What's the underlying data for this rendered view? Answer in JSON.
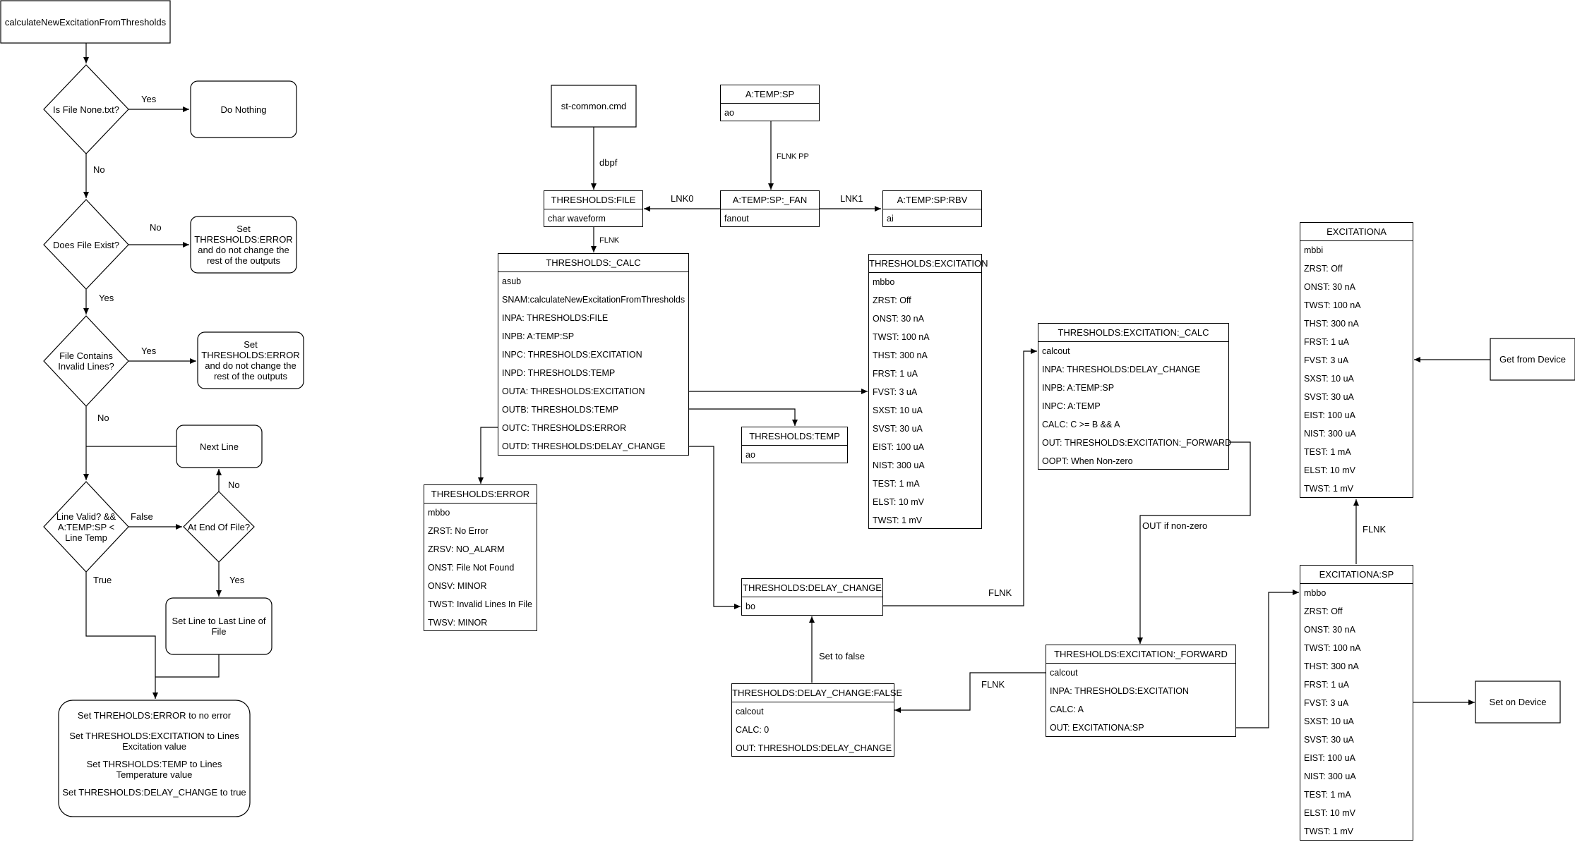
{
  "flowchart": {
    "start": "calculateNewExcitationFromThresholds",
    "q_is_none": "Is File None.txt?",
    "do_nothing": "Do Nothing",
    "q_exists": "Does File Exist?",
    "error1": "Set THRESHOLDS:ERROR and do not change the rest of the outputs",
    "q_invalid": "File Contains Invalid Lines?",
    "error2": "Set THRESHOLDS:ERROR and do not change the rest of the outputs",
    "next_line": "Next Line",
    "q_line_valid": "Line Valid? && A:TEMP:SP < Line Temp",
    "q_end": "At End Of File?",
    "set_last": "Set Line to Last Line of File",
    "final": [
      "Set THREHOLDS:ERROR to no error",
      "Set THRESHOLDS:EXCITATION to Lines Excitation value",
      "Set THRSHOLDS:TEMP to Lines Temperature value",
      "Set THRESHOLDS:DELAY_CHANGE to true"
    ],
    "edge_labels": {
      "yes1": "Yes",
      "no1": "No",
      "no2": "No",
      "yes2": "Yes",
      "yes3": "Yes",
      "no3": "No",
      "false": "False",
      "true": "True",
      "no4": "No",
      "yes4": "Yes"
    }
  },
  "records": {
    "st_common": "st-common.cmd",
    "temp_sp": {
      "title": "A:TEMP:SP",
      "rows": [
        "ao"
      ]
    },
    "file": {
      "title": "THRESHOLDS:FILE",
      "rows": [
        "char waveform"
      ]
    },
    "fan": {
      "title": "A:TEMP:SP:_FAN",
      "rows": [
        "fanout"
      ]
    },
    "rbv": {
      "title": "A:TEMP:SP:RBV",
      "rows": [
        "ai"
      ]
    },
    "calc": {
      "title": "THRESHOLDS:_CALC",
      "rows": [
        "asub",
        "SNAM:calculateNewExcitationFromThresholds",
        "INPA: THRESHOLDS:FILE",
        "INPB: A:TEMP:SP",
        "INPC: THRESHOLDS:EXCITATION",
        "INPD: THRESHOLDS:TEMP",
        "OUTA: THRESHOLDS:EXCITATION",
        "OUTB: THRESHOLDS:TEMP",
        "OUTC: THRESHOLDS:ERROR",
        "OUTD: THRESHOLDS:DELAY_CHANGE"
      ]
    },
    "excitation": {
      "title": "THRESHOLDS:EXCITATION",
      "rows": [
        "mbbo",
        "ZRST: Off",
        "ONST: 30 nA",
        "TWST: 100 nA",
        "THST: 300 nA",
        "FRST: 1 uA",
        "FVST: 3 uA",
        "SXST: 10 uA",
        "SVST: 30 uA",
        "EIST: 100 uA",
        "NIST: 300 uA",
        "TEST: 1 mA",
        "ELST: 10 mV",
        "TWST: 1 mV"
      ]
    },
    "temp": {
      "title": "THRESHOLDS:TEMP",
      "rows": [
        "ao"
      ]
    },
    "error": {
      "title": "THRESHOLDS:ERROR",
      "rows": [
        "mbbo",
        "ZRST: No Error",
        "ZRSV: NO_ALARM",
        "ONST: File Not Found",
        "ONSV: MINOR",
        "TWST: Invalid Lines In File",
        "TWSV: MINOR"
      ]
    },
    "delay": {
      "title": "THRESHOLDS:DELAY_CHANGE",
      "rows": [
        "bo"
      ]
    },
    "delay_false": {
      "title": "THRESHOLDS:DELAY_CHANGE:FALSE",
      "rows": [
        "calcout",
        "CALC: 0",
        "OUT: THRESHOLDS:DELAY_CHANGE"
      ]
    },
    "exc_calc": {
      "title": "THRESHOLDS:EXCITATION:_CALC",
      "rows": [
        "calcout",
        "INPA: THRESHOLDS:DELAY_CHANGE",
        "INPB: A:TEMP:SP",
        "INPC: A:TEMP",
        "CALC: C >= B && A",
        "OUT: THRESHOLDS:EXCITATION:_FORWARD",
        "OOPT: When Non-zero"
      ]
    },
    "exc_forward": {
      "title": "THRESHOLDS:EXCITATION:_FORWARD",
      "rows": [
        "calcout",
        "INPA: THRESHOLDS:EXCITATION",
        "CALC: A",
        "OUT: EXCITATIONA:SP"
      ]
    },
    "excitationa": {
      "title": "EXCITATIONA",
      "rows": [
        "mbbi",
        "ZRST: Off",
        "ONST: 30 nA",
        "TWST: 100 nA",
        "THST: 300 nA",
        "FRST: 1 uA",
        "FVST: 3 uA",
        "SXST: 10 uA",
        "SVST: 30 uA",
        "EIST: 100 uA",
        "NIST: 300 uA",
        "TEST: 1 mA",
        "ELST: 10 mV",
        "TWST: 1 mV"
      ]
    },
    "excitationa_sp": {
      "title": "EXCITATIONA:SP",
      "rows": [
        "mbbo",
        "ZRST: Off",
        "ONST: 30 nA",
        "TWST: 100 nA",
        "THST: 300 nA",
        "FRST: 1 uA",
        "FVST: 3 uA",
        "SXST: 10 uA",
        "SVST: 30 uA",
        "EIST: 100 uA",
        "NIST: 300 uA",
        "TEST: 1 mA",
        "ELST: 10 mV",
        "TWST: 1 mV"
      ]
    },
    "get_device": "Get from Device",
    "set_device": "Set on Device"
  },
  "links": {
    "dbpf": "dbpf",
    "flnk_pp": "FLNK PP",
    "lnk0": "LNK0",
    "lnk1": "LNK1",
    "flnk_file": "FLNK",
    "flnk_delay": "FLNK",
    "set_false": "Set to false",
    "out_nonzero": "OUT if non-zero",
    "flnk_forward": "FLNK",
    "flnk_excitationa": "FLNK"
  }
}
